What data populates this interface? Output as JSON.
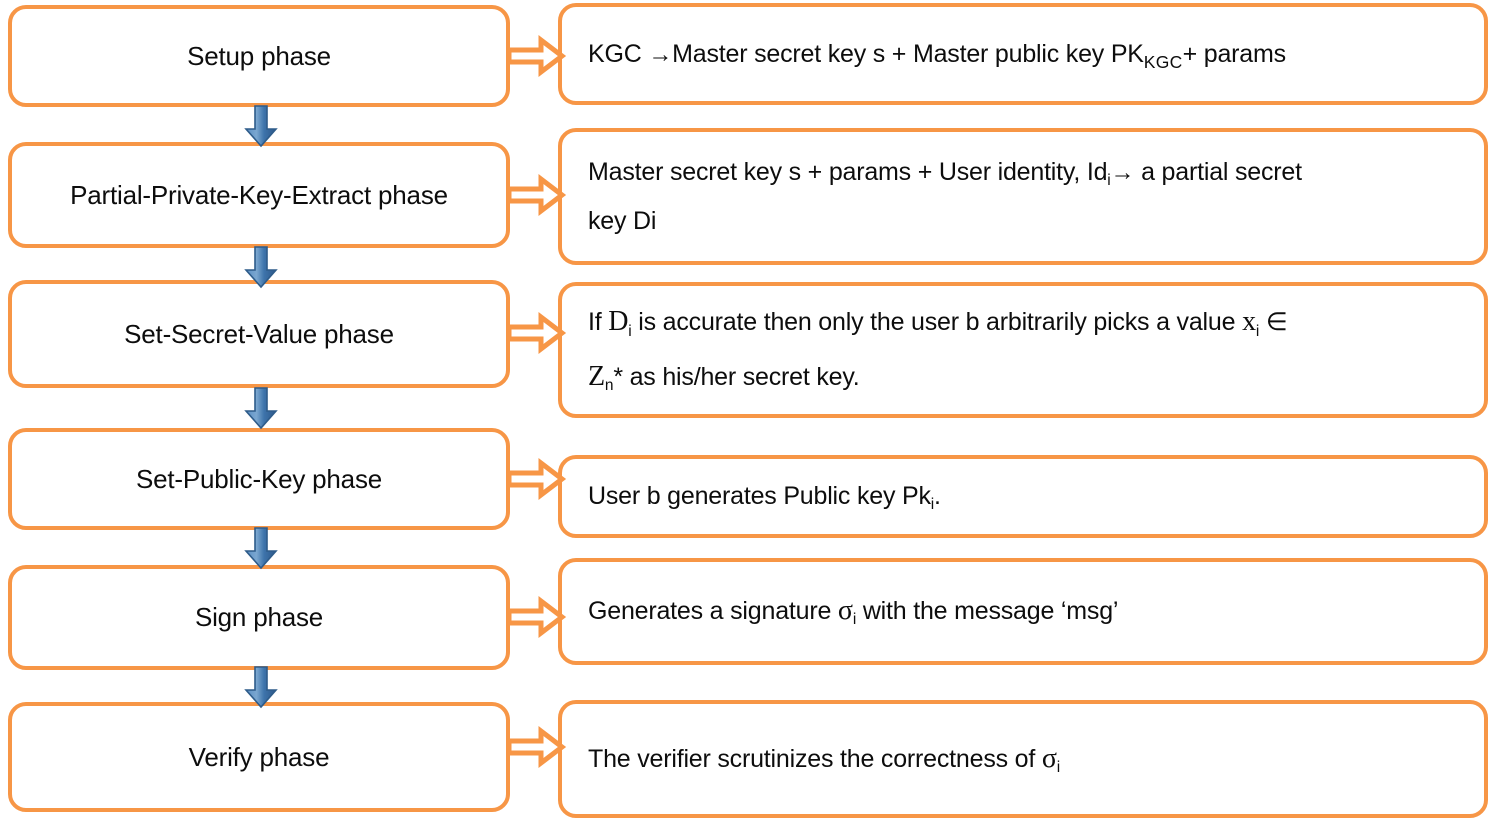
{
  "diagram": {
    "title": "Certificateless signature scheme phases",
    "colors": {
      "box_border": "#F79646",
      "box_fill": "#FFFFFF",
      "horizontal_arrow": "#F79646",
      "vertical_arrow": "#3E74AB",
      "vertical_arrow_outline": "#2E5C8A",
      "text": "#0D0D0D"
    },
    "rows": [
      {
        "phase": "Setup phase",
        "detail_lines": [
          "KGC →Master secret key s + Master public key PK_KGC+ params"
        ],
        "detail_plain": "KGC →Master secret key s + Master public key PKKGC+ params"
      },
      {
        "phase": "Partial-Private-Key-Extract phase",
        "detail_lines": [
          "Master secret key s + params + User identity, Id_i → a partial secret",
          "key Di"
        ],
        "detail_plain": "Master secret key s + params + User identity, Idi → a partial secret key Di"
      },
      {
        "phase": "Set-Secret-Value phase",
        "detail_lines": [
          "If D_i is accurate then only the user b arbitrarily picks a value x_i ∈",
          "Z_n* as his/her secret key."
        ],
        "detail_plain": "If Di is accurate then only the user b arbitrarily picks a value xi ∈ Zn* as his/her secret key."
      },
      {
        "phase": "Set-Public-Key phase",
        "detail_lines": [
          "User b generates Public key Pk_i."
        ],
        "detail_plain": "User b generates Public key Pki."
      },
      {
        "phase": "Sign phase",
        "detail_lines": [
          "Generates a signature σ_i with the message ‘msg’"
        ],
        "detail_plain": "Generates a signature σi with the message ‘msg’"
      },
      {
        "phase": "Verify phase",
        "detail_lines": [
          "The verifier scrutinizes the correctness of σ_i"
        ],
        "detail_plain": "The verifier scrutinizes the correctness of σi"
      }
    ],
    "fragments": {
      "r0": {
        "a": "KGC ",
        "arrow": "→",
        "b": "Master secret key s + Master public key PK",
        "sub": "KGC",
        "c": "+ params"
      },
      "r1": {
        "a": "Master secret key s + params + User identity, Id",
        "sub": "i",
        "arrow": "→",
        "b": " a partial secret",
        "line2": "key Di"
      },
      "r2": {
        "a": "If ",
        "m1": "D",
        "sub1": "i",
        "b": " is accurate then only the user b arbitrarily picks a value ",
        "m2": "x",
        "sub2": "i",
        "c": " ∈",
        "m3": "Z",
        "sub3": "n",
        "d": "* as his/her secret key."
      },
      "r3": {
        "a": "User b generates Public key Pk",
        "sub": "i",
        "b": "."
      },
      "r4": {
        "a": "Generates a signature ",
        "m": "σ",
        "sub": "i",
        "b": " with the message ‘msg’"
      },
      "r5": {
        "a": "The verifier scrutinizes the correctness of ",
        "m": "σ",
        "sub": "i"
      }
    },
    "connectors": {
      "horizontal_count": 6,
      "horizontal_name": "right-block-arrow",
      "vertical_count": 5,
      "vertical_name": "down-block-arrow"
    }
  }
}
